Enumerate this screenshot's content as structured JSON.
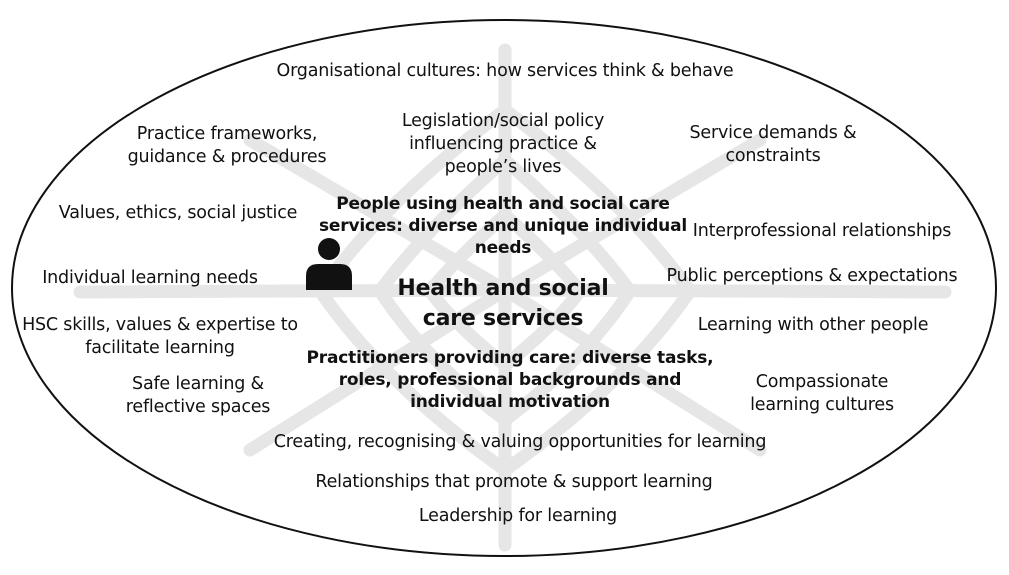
{
  "center": {
    "title": "Health and social care services",
    "people_using": "People using health and social care services: diverse and unique individual needs",
    "practitioners": "Practitioners providing care: diverse tasks, roles, professional backgrounds and individual motivation"
  },
  "labels": {
    "organisational_cultures": "Organisational cultures: how services think & behave",
    "practice_frameworks": "Practice frameworks, guidance & procedures",
    "legislation": "Legislation/social policy influencing practice & people’s lives",
    "service_demands": "Service demands & constraints",
    "values_ethics": "Values, ethics, social justice",
    "interprofessional": "Interprofessional relationships",
    "individual_learning": "Individual learning needs",
    "public_perceptions": "Public perceptions & expectations",
    "hsc_skills": "HSC skills, values & expertise to facilitate learning",
    "learning_with_others": "Learning with other people",
    "safe_learning": "Safe learning & reflective spaces",
    "compassionate": "Compassionate learning cultures",
    "creating_opportunities": "Creating, recognising & valuing opportunities for learning",
    "relationships": "Relationships that promote & support learning",
    "leadership": "Leadership for learning"
  },
  "icons": {
    "person": "person-icon",
    "web": "spider-web-icon"
  },
  "colors": {
    "outline": "#111111",
    "web": "#e6e6e6",
    "text": "#111111"
  }
}
